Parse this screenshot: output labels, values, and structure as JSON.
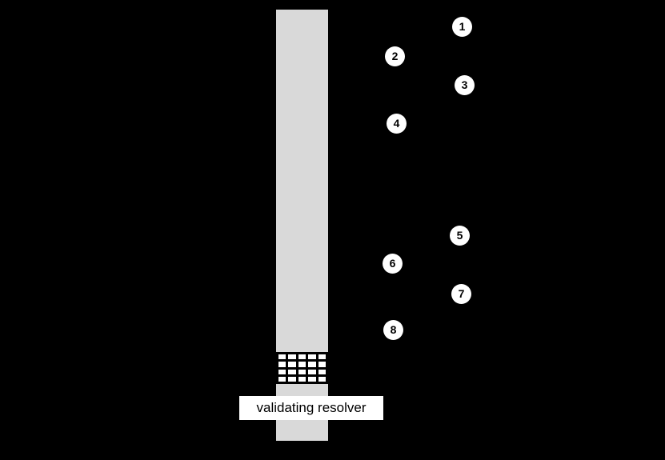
{
  "diagram": {
    "resolver_label": "validating resolver",
    "steps": [
      {
        "number": "1"
      },
      {
        "number": "2"
      },
      {
        "number": "3"
      },
      {
        "number": "4"
      },
      {
        "number": "5"
      },
      {
        "number": "6"
      },
      {
        "number": "7"
      },
      {
        "number": "8"
      }
    ],
    "colors": {
      "background": "#000000",
      "lifeline_bar": "#d9d9d9",
      "step_marker_fill": "#ffffff",
      "step_marker_text": "#000000",
      "label_background": "#ffffff",
      "label_text": "#000000"
    }
  }
}
